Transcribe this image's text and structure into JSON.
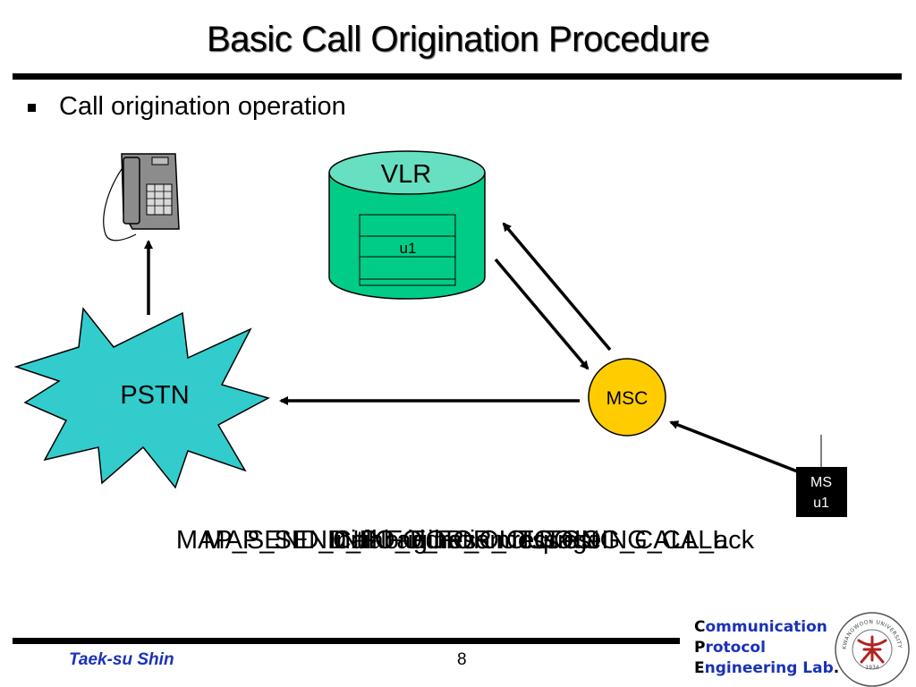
{
  "slide": {
    "title": "Basic Call Origination  Procedure",
    "bullet": "Call origination operation"
  },
  "diagram": {
    "vlr_label": "VLR",
    "vlr_record": "u1",
    "pstn_label": "PSTN",
    "msc_label": "MSC",
    "ms_line1": "MS",
    "ms_line2": "u1"
  },
  "messages": [
    "MAP_SEND_INFO_FOR_OUTGOING_CALL",
    "MAP_SEND_INFO_FOR_OUTGOING_CALL_ack",
    "Initial address message",
    "Call origination request"
  ],
  "footer": {
    "author": "Taek-su Shin",
    "page": "8",
    "lab_line1_initial": "C",
    "lab_line1_rest": "ommunication",
    "lab_line2_initial": "P",
    "lab_line2_rest": "rotocol",
    "lab_line3_initial": "E",
    "lab_line3_rest": "ngineering Lab",
    "lab_line3_dot": ".",
    "seal_year": "1934",
    "seal_text": "KWANGWOON UNIVERSITY"
  },
  "colors": {
    "vlr_fill": "#00cc88",
    "vlr_top": "#66e0c0",
    "pstn_fill": "#33cccc",
    "msc_fill": "#ffcc00",
    "ms_fill": "#000000",
    "lab_blue": "#1a32b8",
    "seal_red": "#b22222"
  }
}
